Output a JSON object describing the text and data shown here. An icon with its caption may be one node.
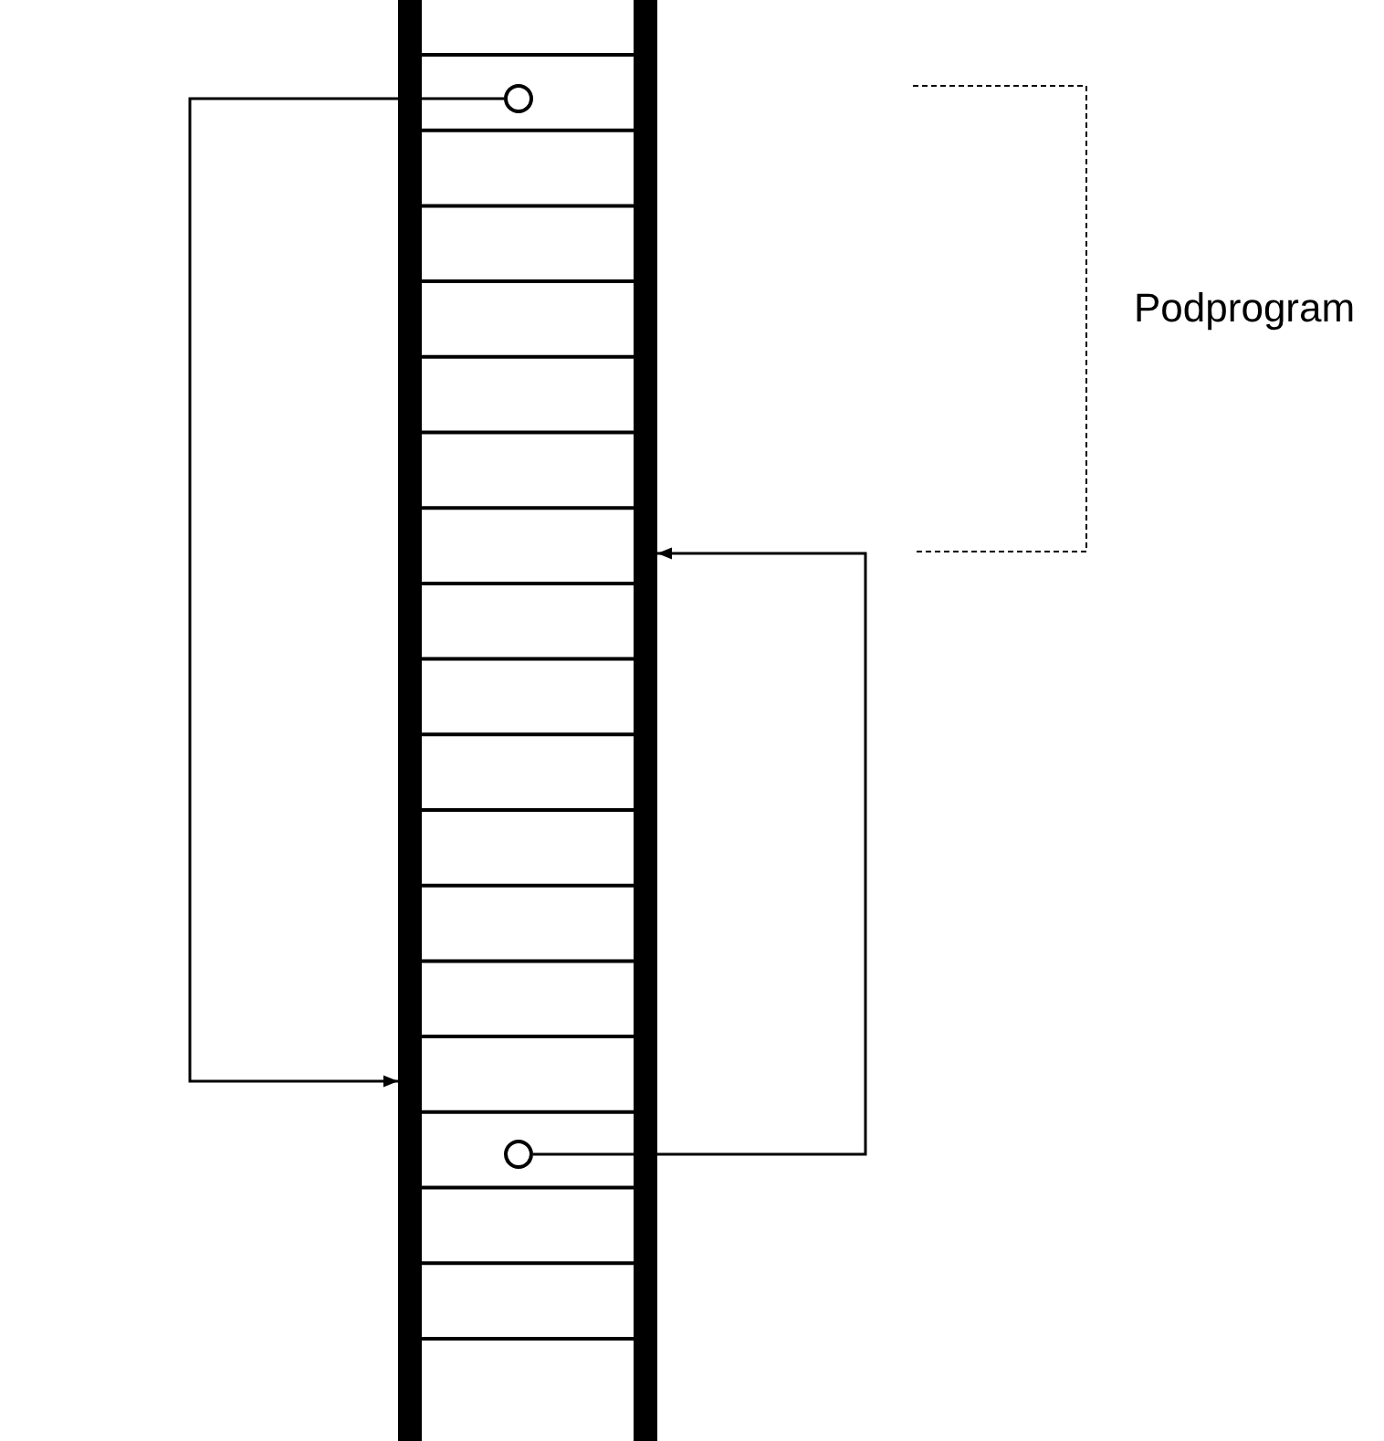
{
  "diagram": {
    "nodes": [
      {
        "text": [],
        "shape": "box"
      },
      {
        "text": [],
        "shape": "circle",
        "in": 0
      },
      {
        "text": [],
        "shape": "circle",
        "in": 0
      }
    ],
    "edges": [
      {
        "from": 1,
        "to": 0,
        "arrow": "to"
      },
      {
        "from": 2,
        "to": 0,
        "arrow": "to"
      }
    ],
    "labels": [
      "Podprogram"
    ]
  }
}
